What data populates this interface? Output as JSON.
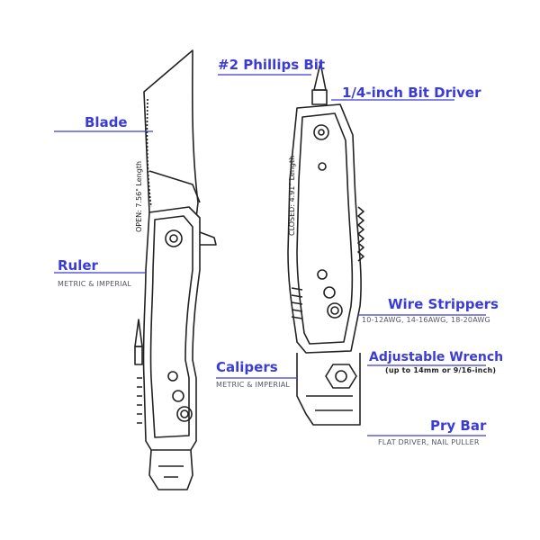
{
  "colors": {
    "accent": "#3b3bd6",
    "line": "#222222"
  },
  "labels": {
    "phillips_bit": "#2 Phillips Bit",
    "bit_driver": "1/4-inch Bit Driver",
    "blade": "Blade",
    "ruler": "Ruler",
    "ruler_sub": "METRIC & IMPERIAL",
    "wire_strippers": "Wire Strippers",
    "wire_strippers_sub": "10-12AWG, 14-16AWG, 18-20AWG",
    "calipers": "Calipers",
    "calipers_sub": "METRIC & IMPERIAL",
    "wrench": "Adjustable Wrench",
    "wrench_sub": "(up to 14mm or 9/16-inch)",
    "pry_bar": "Pry Bar",
    "pry_bar_sub": "FLAT DRIVER, NAIL PULLER"
  },
  "dimensions": {
    "open": "OPEN: 7.56\" Length",
    "closed": "CLOSED: 4.91\" Length"
  }
}
